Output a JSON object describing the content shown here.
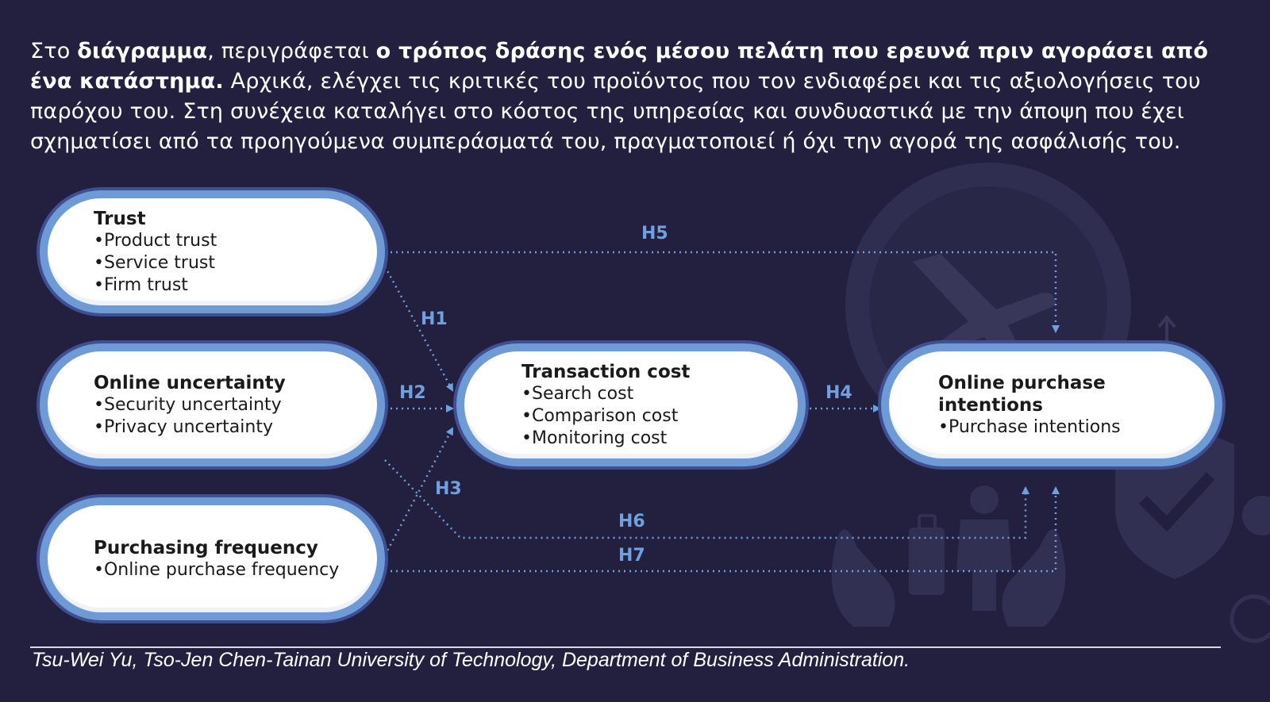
{
  "intro": {
    "t1": "Στο ",
    "b1": "διάγραμμα",
    "t2": ", περιγράφεται ",
    "b2": "ο τρόπος δράσης ενός μέσου πελάτη που ερευνά πριν αγοράσει από ένα κατάστημα.",
    "t3": " Αρχικά, ελέγχει τις κριτικές του προϊόντος που τον ενδιαφέρει και τις αξιολογήσεις του παρόχου του. Στη συνέχεια καταλήγει στο κόστος της υπηρεσίας και συνδυαστικά με την άποψη που έχει σχηματίσει από τα προηγούμενα συμπεράσματά του, πραγματοποιεί ή όχι την αγορά της ασφάλισής του."
  },
  "boxes": {
    "trust": {
      "title": "Trust",
      "items": [
        "•Product trust",
        "•Service trust",
        "•Firm trust"
      ]
    },
    "uncertainty": {
      "title": "Online uncertainty",
      "items": [
        "•Security uncertainty",
        "•Privacy uncertainty"
      ]
    },
    "frequency": {
      "title": "Purchasing frequency",
      "items": [
        "•Online purchase frequency"
      ]
    },
    "transaction": {
      "title": "Transaction cost",
      "items": [
        "•Search cost",
        "•Comparison cost",
        "•Monitoring cost"
      ]
    },
    "intentions": {
      "title": "Online purchase intentions",
      "items": [
        "•Purchase intentions"
      ]
    }
  },
  "hypotheses": {
    "h1": "H1",
    "h2": "H2",
    "h3": "H3",
    "h4": "H4",
    "h5": "H5",
    "h6": "H6",
    "h7": "H7"
  },
  "colors": {
    "background": "#23203f",
    "box_border": "#6e9bd6",
    "connector": "#6fa0e0"
  },
  "credit": "Tsu-Wei Yu, Tso-Jen Chen-Tainan University of Technology, Department of Business Administration."
}
